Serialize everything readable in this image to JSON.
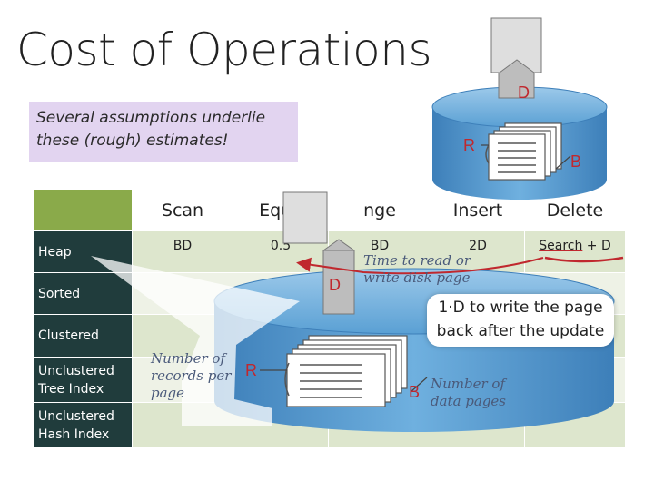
{
  "slide": {
    "title": "Cost of Operations",
    "assumption_note": "Several assumptions underlie these (rough) estimates!"
  },
  "table": {
    "headers": [
      "Scan",
      "Equa",
      "nge",
      "Insert",
      "Delete"
    ],
    "rows": [
      {
        "label": "Heap",
        "cells": [
          "BD",
          "0.5",
          "BD",
          "2D",
          "Search + D"
        ]
      },
      {
        "label": "Sorted",
        "cells": [
          "",
          "",
          "",
          "",
          ""
        ]
      },
      {
        "label": "Clustered",
        "cells": [
          "",
          "",
          "",
          "",
          ""
        ]
      },
      {
        "label": "Unclustered Tree Index",
        "cells": [
          "",
          "",
          "",
          "",
          ""
        ]
      },
      {
        "label": "Unclustered Hash Index",
        "cells": [
          "",
          "",
          "",
          "",
          ""
        ]
      }
    ]
  },
  "delete_search_word": "Search",
  "delete_rest": " + D",
  "annotations": {
    "top_disk_label_d": "D",
    "top_disk_label_r": "R",
    "top_disk_label_b": "B",
    "mid_disk_label_d": "D",
    "time_note": "Time to read or write disk page",
    "records_note": "Number of records per page",
    "records_label_r": "R",
    "pages_label_b": "B",
    "pages_note": "Number of data pages",
    "update_callout": "1·D to write the page back after the update"
  },
  "colors": {
    "accent_red": "#c0282e",
    "header_green": "#8aaa4a",
    "row_label_bg": "#203c3c",
    "cell_bg": "#dde6cd",
    "note_bg": "#e2d4f0",
    "disk_blue": "#4a90c8"
  }
}
